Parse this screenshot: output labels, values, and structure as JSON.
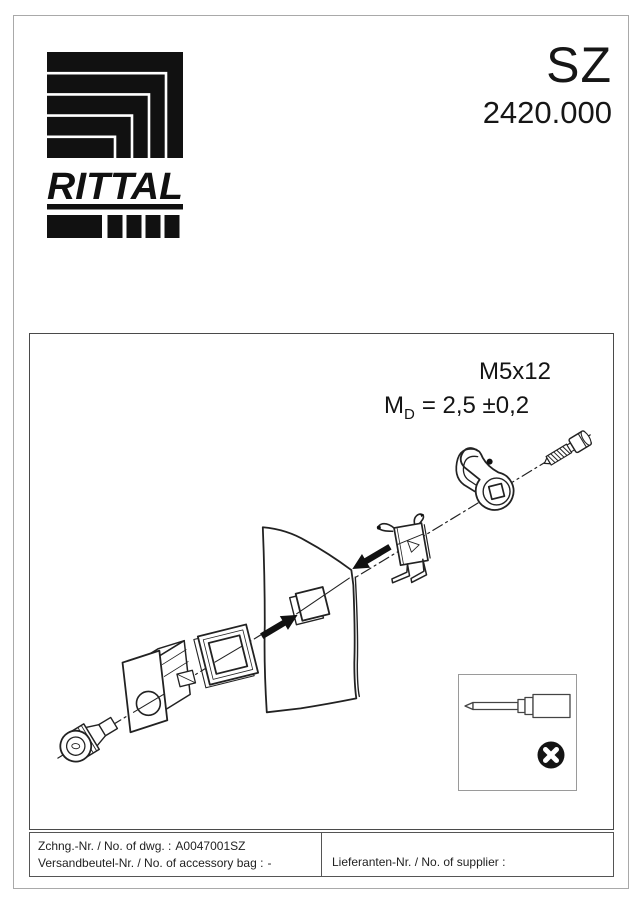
{
  "brand": {
    "wordmark": "RITTAL"
  },
  "header": {
    "series": "SZ",
    "model": "2420.000"
  },
  "diagram": {
    "screw_size": "M5x12",
    "torque": {
      "symbol": "M",
      "subscript": "D",
      "value": "= 2,5 ±0,2"
    },
    "icons": {
      "prohibition": "no-power-screwdriver-prohibition",
      "tool": "power-screwdriver-bit"
    },
    "colors": {
      "line": "#222222",
      "arrow_fill": "#111111",
      "prohibition_fill": "#141414"
    }
  },
  "footer": {
    "drawing_number": {
      "label": "Zchng.-Nr. / No. of dwg. :",
      "value": "A0047001SZ"
    },
    "accessory_bag": {
      "label": "Versandbeutel-Nr. / No. of accessory bag :",
      "value": "-"
    },
    "supplier": {
      "label": "Lieferanten-Nr. / No. of supplier :",
      "value": ""
    }
  }
}
